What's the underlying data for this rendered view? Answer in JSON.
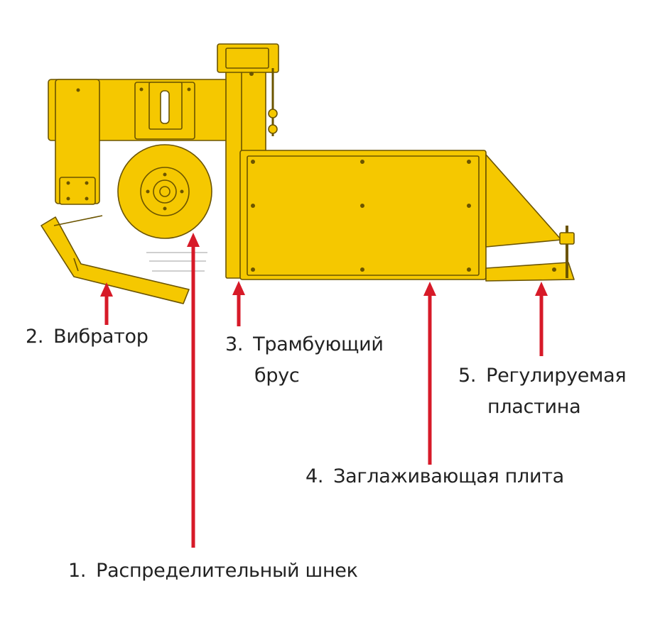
{
  "colors": {
    "machine_fill": "#f5c800",
    "machine_stroke": "#6b5400",
    "arrow": "#d71a28",
    "text": "#222222",
    "background": "#ffffff"
  },
  "labels": {
    "vibrator": {
      "num": "2.",
      "text": "Вибратор"
    },
    "tamper": {
      "num": "3.",
      "line1": "Трамбующий",
      "line2": "брус"
    },
    "plate": {
      "num": "4.",
      "text": "Заглаживающая плита"
    },
    "adjustable": {
      "num": "5.",
      "line1": "Регулируемая",
      "line2": "пластина"
    },
    "auger": {
      "num": "1.",
      "text": "Распределительный шнек"
    }
  }
}
